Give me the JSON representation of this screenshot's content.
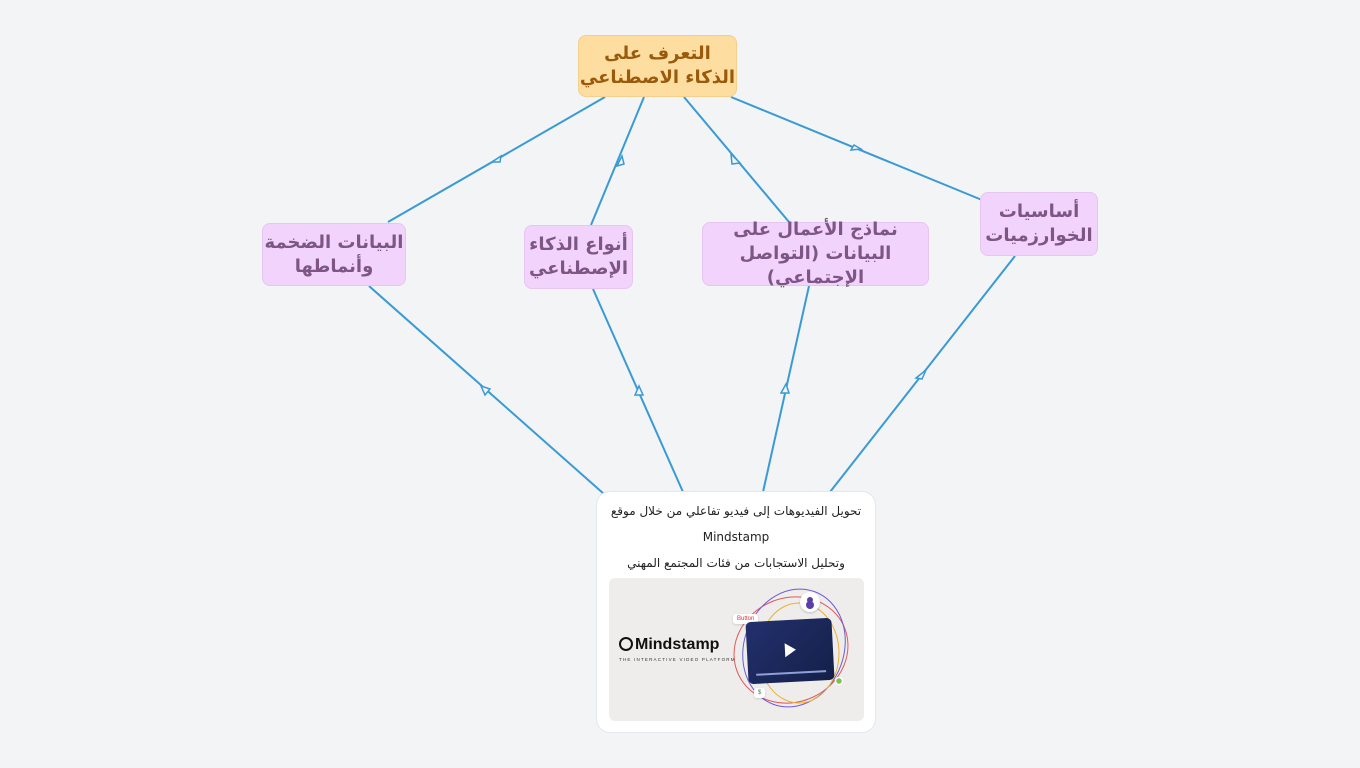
{
  "diagram": {
    "root": {
      "label": "التعرف على الذكاء الاصطناعي"
    },
    "topics": [
      {
        "id": "bigdata",
        "label": "البيانات الضخمة وأنماطها"
      },
      {
        "id": "types",
        "label": "أنواع الذكاء الإصطناعي"
      },
      {
        "id": "models",
        "label": "نماذج الأعمال على البيانات (التواصل الإجتماعي)"
      },
      {
        "id": "algo",
        "label": "أساسيات الخوارزميات"
      }
    ],
    "card": {
      "line1": "تحويل الفيديوهات إلى فيديو تفاعلي من خلال موقع",
      "line2": "Mindstamp",
      "line3": "وتحليل الاستجابات من فئات المجتمع المهني",
      "thumbnail": {
        "brand": "Mindstamp",
        "tagline": "THE INTERACTIVE VIDEO PLATFORM",
        "chip_button": "Button",
        "chip_price": "$",
        "icons": [
          "play-icon",
          "avatar-icon",
          "logo-icon"
        ]
      }
    },
    "colors": {
      "background": "#f2f4f6",
      "edge": "#3a9ad4",
      "root_fill": "#fedda1",
      "root_text": "#9a5a0c",
      "topic_fill": "#f2d3fb",
      "topic_text": "#7d5685"
    }
  }
}
